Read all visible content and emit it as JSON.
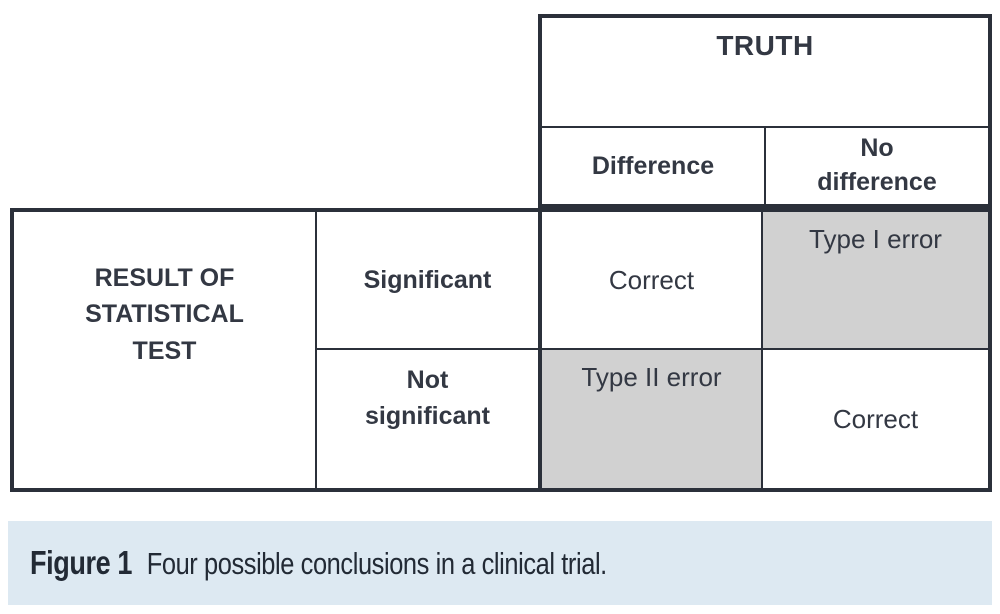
{
  "table": {
    "truth_header": "TRUTH",
    "column_headers": [
      "Difference",
      "No difference"
    ],
    "row_group_header": "RESULT OF STATISTICAL TEST",
    "row_headers": [
      "Significant",
      "Not significant"
    ],
    "cells": {
      "significant_difference": "Correct",
      "significant_no_difference": "Type I error",
      "not_significant_difference": "Type II error",
      "not_significant_no_difference": "Correct"
    }
  },
  "caption": {
    "label": "Figure 1",
    "text": "Four possible conclusions in a clinical trial."
  },
  "colors": {
    "border": "#2b303a",
    "shaded_cell": "#d1d1d1",
    "caption_background": "#dde9f2",
    "caption_text": "#222a35",
    "table_text": "#333843"
  }
}
